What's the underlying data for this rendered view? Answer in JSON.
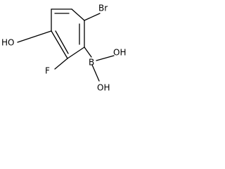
{
  "molecule": {
    "atoms": {
      "bromo": "Br",
      "hydroxy": "HO",
      "fluoro": "F",
      "boron": "B",
      "boronic_oh_upper": "OH",
      "boronic_oh_lower": "OH"
    },
    "colors": {
      "bond": "#000000",
      "label": "#000000",
      "background": "#ffffff"
    }
  }
}
